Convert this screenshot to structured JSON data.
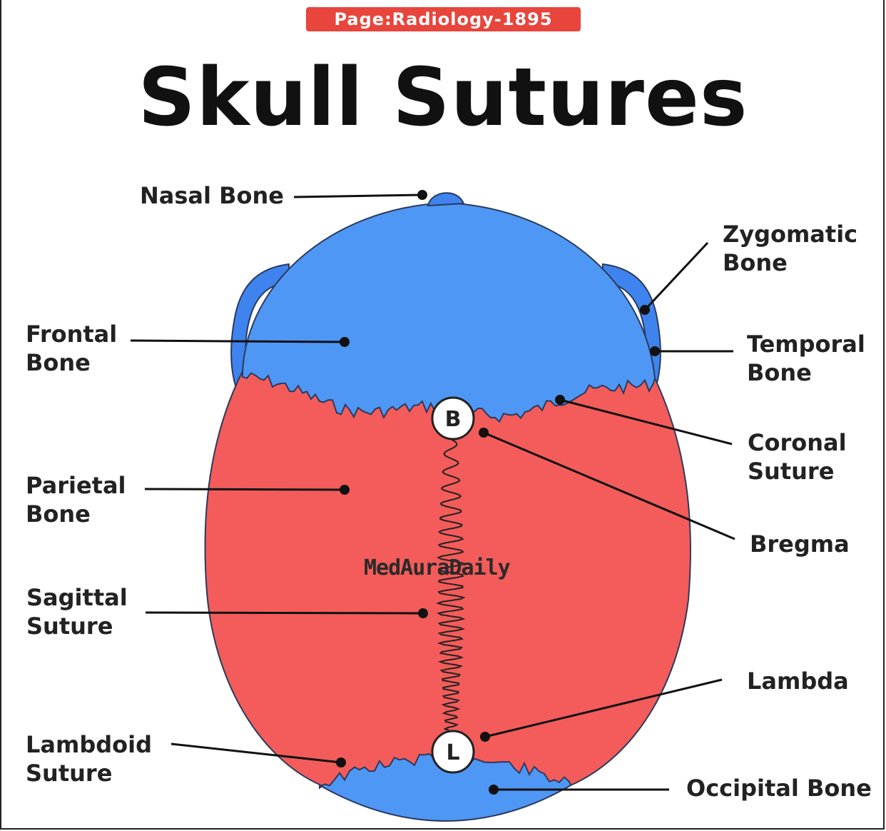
{
  "page_tag": "Page:Radiology-1895",
  "title": "Skull Sutures",
  "watermark": "MedAuraDaily",
  "colors": {
    "bone_blue": "#4f97f5",
    "bone_red": "#f35c5a",
    "tag_red": "#e8453c",
    "outline": "#2b3a5c"
  },
  "labels": {
    "nasal_bone": "Nasal Bone",
    "zygomatic_bone": [
      "Zygomatic",
      "Bone"
    ],
    "frontal_bone": [
      "Frontal",
      "Bone"
    ],
    "temporal_bone": [
      "Temporal",
      "Bone"
    ],
    "coronal_suture": [
      "Coronal",
      "Suture"
    ],
    "parietal_bone": [
      "Parietal",
      "Bone"
    ],
    "bregma": "Bregma",
    "sagittal_suture": [
      "Sagittal",
      "Suture"
    ],
    "lambda": "Lambda",
    "lambdoid_suture": [
      "Lambdoid",
      "Suture"
    ],
    "occipital_bone": "Occipital Bone"
  },
  "markers": {
    "bregma": "B",
    "lambda": "L"
  }
}
